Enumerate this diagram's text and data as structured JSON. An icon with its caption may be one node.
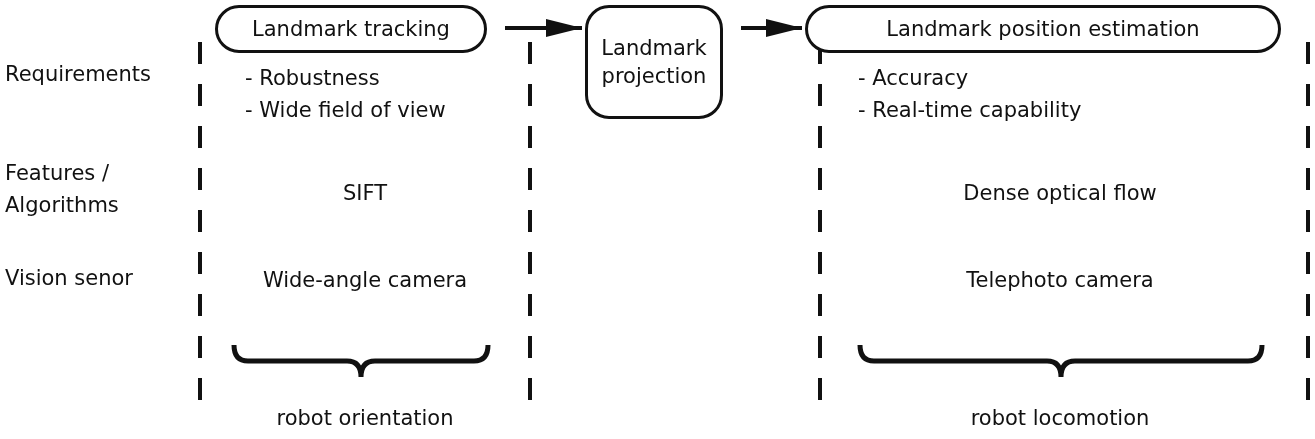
{
  "diagram": {
    "nodes": [
      {
        "text": [
          "Landmark tracking"
        ]
      },
      {
        "text": [
          "Landmark projection"
        ]
      },
      {
        "text": [
          "Landmark position estimation"
        ]
      }
    ],
    "edges": [
      {
        "from": 0,
        "to": 1,
        "arrow": "to"
      },
      {
        "from": 1,
        "to": 2,
        "arrow": "to"
      }
    ],
    "labels": [
      "Requirements",
      "- Robustness",
      "- Wide field of view",
      "- Accuracy",
      "- Real-time capability",
      "Features / Algorithms",
      "SIFT",
      "Dense optical flow",
      "Vision senor",
      "Wide-angle camera",
      "Telephoto camera",
      "robot orientation",
      "robot locomotion"
    ]
  }
}
